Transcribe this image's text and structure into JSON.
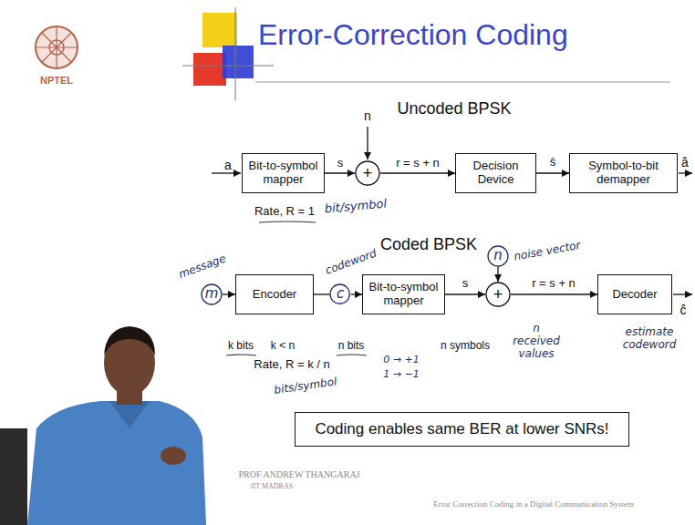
{
  "diagram": {
    "title": "Error-Correction Coding",
    "nodes": [
      {
        "text": [
          "Bit-to-symbol mapper"
        ]
      },
      {
        "text": [
          "+"
        ]
      },
      {
        "text": [
          "Decision Device"
        ]
      },
      {
        "text": [
          "Symbol-to-bit demapper"
        ]
      },
      {
        "text": [
          "m"
        ]
      },
      {
        "text": [
          "Encoder"
        ]
      },
      {
        "text": [
          "c"
        ]
      },
      {
        "text": [
          "Bit-to-symbol mapper"
        ]
      },
      {
        "text": [
          "n"
        ]
      },
      {
        "text": [
          "+"
        ]
      },
      {
        "text": [
          "Decoder"
        ]
      },
      {
        "text": [
          "Coding enables same BER at lower SNRs!"
        ]
      }
    ],
    "edges": [
      {
        "from": 0,
        "to": 1,
        "arrow": "to",
        "label": "s"
      },
      {
        "from": 1,
        "to": 2,
        "arrow": "to",
        "label": "r = s + n"
      },
      {
        "from": 2,
        "to": 3,
        "arrow": "to",
        "label": "ŝ"
      },
      {
        "from": 4,
        "to": 5,
        "arrow": "to"
      },
      {
        "from": 5,
        "to": 6,
        "arrow": "none"
      },
      {
        "from": 6,
        "to": 7,
        "arrow": "to"
      },
      {
        "from": 7,
        "to": 9,
        "arrow": "to",
        "label": "s"
      },
      {
        "from": 8,
        "to": 9,
        "arrow": "to"
      },
      {
        "from": 9,
        "to": 10,
        "arrow": "to",
        "label": "r = s + n"
      }
    ],
    "labels": [
      "NPTEL",
      "Uncoded BPSK",
      "a",
      "n",
      "â",
      "Rate, R = 1",
      "bit/symbol",
      "Coded BPSK",
      "message",
      "codeword",
      "noise vector",
      "k bits",
      "k < n",
      "n bits",
      "n symbols",
      "Rate, R = k / n",
      "bits/symbol",
      "0 → +1",
      "1 → −1",
      "n received values",
      "ĉ",
      "estimate codeword",
      "PROF ANDREW THANGARAJ",
      "IIT MADRAS",
      "Error Correction Coding in a Digital Communication System"
    ]
  }
}
